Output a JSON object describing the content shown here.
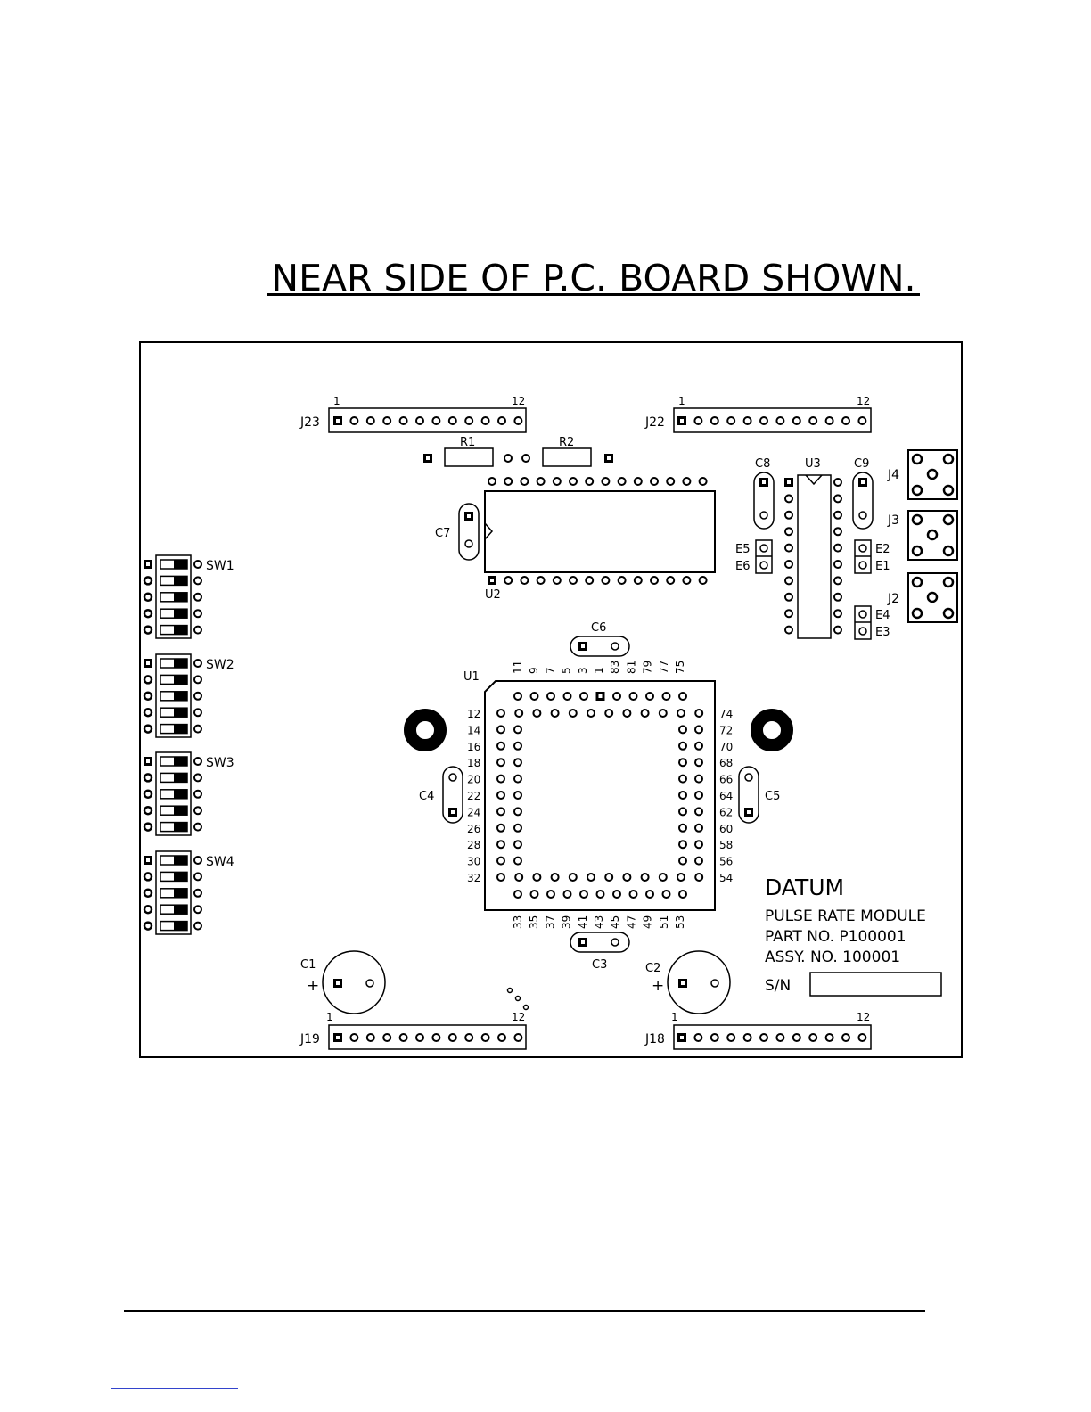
{
  "heading": "NEAR SIDE OF P.C. BOARD SHOWN.",
  "board": {
    "title_block": {
      "company": "DATUM",
      "product": "PULSE RATE MODULE",
      "part_no": "PART NO. P100001",
      "assy_no": "ASSY. NO. 100001",
      "serial_label": "S/N"
    },
    "connectors": [
      {
        "id": "J23",
        "pin_first": "1",
        "pin_last": "12",
        "pins": 12
      },
      {
        "id": "J22",
        "pin_first": "1",
        "pin_last": "12",
        "pins": 12
      },
      {
        "id": "J19",
        "pin_first": "1",
        "pin_last": "12",
        "pins": 12
      },
      {
        "id": "J18",
        "pin_first": "1",
        "pin_last": "12",
        "pins": 12
      }
    ],
    "jacks": [
      "J4",
      "J3",
      "J2"
    ],
    "resistors": [
      "R1",
      "R2"
    ],
    "capacitors": [
      "C1",
      "C2",
      "C3",
      "C4",
      "C5",
      "C6",
      "C7",
      "C8",
      "C9"
    ],
    "polarity_mark": "+",
    "ics": [
      "U1",
      "U2",
      "U3"
    ],
    "jumpers": [
      "E1",
      "E2",
      "E3",
      "E4",
      "E5",
      "E6"
    ],
    "switches": [
      "SW1",
      "SW2",
      "SW3",
      "SW4"
    ],
    "u1_pins": {
      "top": [
        "11",
        "9",
        "7",
        "5",
        "3",
        "1",
        "83",
        "81",
        "79",
        "77",
        "75"
      ],
      "left": [
        "12",
        "14",
        "16",
        "18",
        "20",
        "22",
        "24",
        "26",
        "28",
        "30",
        "32"
      ],
      "right": [
        "74",
        "72",
        "70",
        "68",
        "66",
        "64",
        "62",
        "60",
        "58",
        "56",
        "54"
      ],
      "bottom": [
        "33",
        "35",
        "37",
        "39",
        "41",
        "43",
        "45",
        "47",
        "49",
        "51",
        "53"
      ]
    }
  }
}
